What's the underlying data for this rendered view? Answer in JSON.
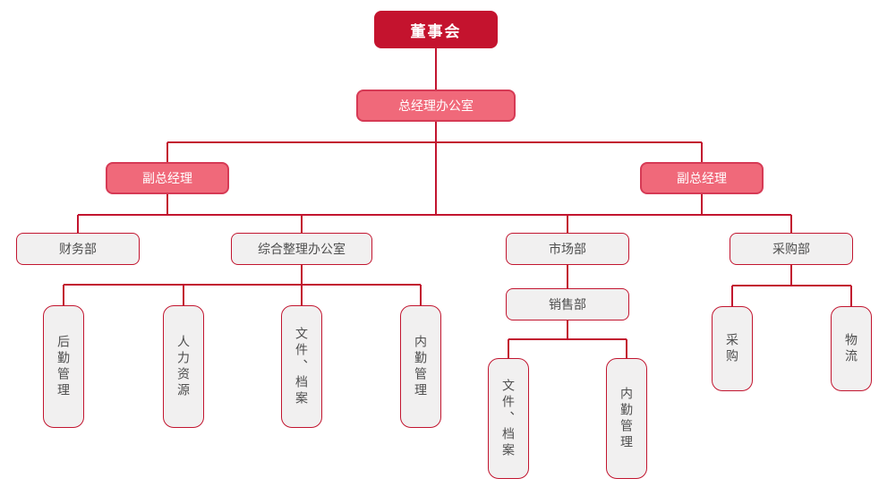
{
  "colors": {
    "root_fill": "#C4132E",
    "pink_fill": "#F0697A",
    "pink_border": "#D63A55",
    "gray_fill": "#F1F0F0",
    "line": "#C2152F",
    "gray_text": "#4E4E4E",
    "white_text": "#FFFFFF",
    "background": "#FFFFFF"
  },
  "nodes": {
    "board": {
      "label": "董事会"
    },
    "gm_office": {
      "label": "总经理办公室"
    },
    "deputy_gm_left": {
      "label": "副总经理"
    },
    "deputy_gm_right": {
      "label": "副总经理"
    },
    "finance_dept": {
      "label": "财务部"
    },
    "general_affairs_office": {
      "label": "综合整理办公室"
    },
    "marketing_dept": {
      "label": "市场部"
    },
    "purchasing_dept": {
      "label": "采购部"
    },
    "sales_dept": {
      "label": "销售部"
    },
    "logistics_management": {
      "label": "后勤管理"
    },
    "human_resources": {
      "label": "人力资源"
    },
    "files_archives_a": {
      "label": "文件、档案"
    },
    "internal_management_a": {
      "label": "内勤管理"
    },
    "files_archives_b": {
      "label": "文件、档案"
    },
    "internal_management_b": {
      "label": "内勤管理"
    },
    "procurement": {
      "label": "采购"
    },
    "logistics": {
      "label": "物流"
    }
  },
  "structure": {
    "root": "board",
    "edges": [
      [
        "board",
        "gm_office"
      ],
      [
        "gm_office",
        "deputy_gm_left"
      ],
      [
        "gm_office",
        "deputy_gm_right"
      ],
      [
        "gm_office",
        "finance_dept"
      ],
      [
        "gm_office",
        "general_affairs_office"
      ],
      [
        "gm_office",
        "marketing_dept"
      ],
      [
        "gm_office",
        "purchasing_dept"
      ],
      [
        "general_affairs_office",
        "logistics_management"
      ],
      [
        "general_affairs_office",
        "human_resources"
      ],
      [
        "general_affairs_office",
        "files_archives_a"
      ],
      [
        "general_affairs_office",
        "internal_management_a"
      ],
      [
        "marketing_dept",
        "sales_dept"
      ],
      [
        "sales_dept",
        "files_archives_b"
      ],
      [
        "sales_dept",
        "internal_management_b"
      ],
      [
        "purchasing_dept",
        "procurement"
      ],
      [
        "purchasing_dept",
        "logistics"
      ]
    ]
  }
}
